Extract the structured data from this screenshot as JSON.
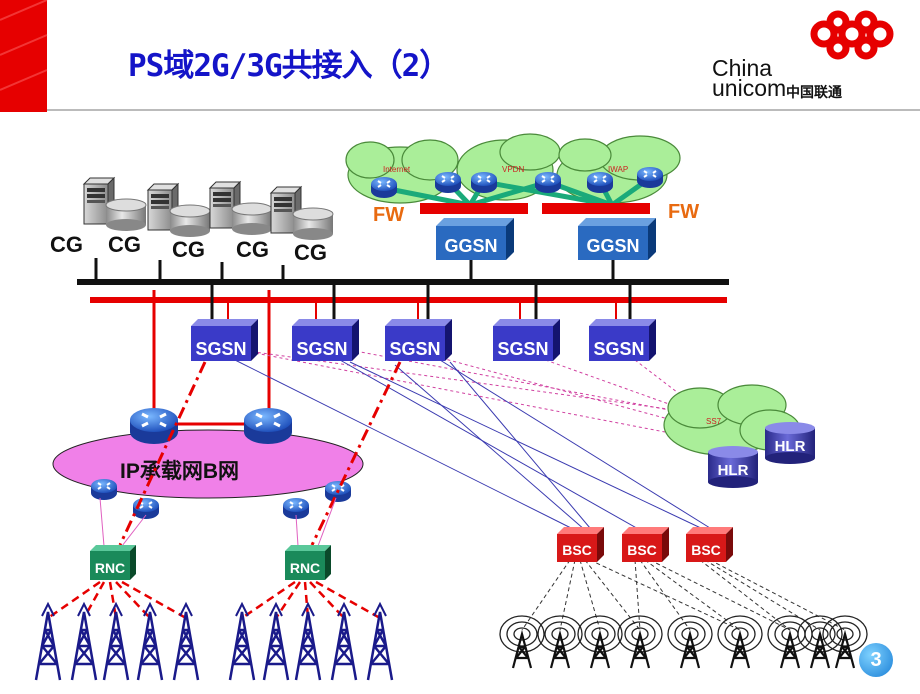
{
  "slide": {
    "title": "PS域2G/3G共接入（2）",
    "page_number": "3"
  },
  "logo": {
    "brand_en_line1": "China",
    "brand_en_line2": "unicom",
    "brand_cn": "中国联通"
  },
  "clouds": {
    "internet": "Internet",
    "vpdn": "VPDN",
    "iwap": "IWAP",
    "ss7": "SS7",
    "ip_bearer": "IP承载网B网"
  },
  "labels": {
    "fw": "FW",
    "cg": "CG",
    "ggsn": "GGSN",
    "sgsn": "SGSN",
    "hlr": "HLR",
    "rnc": "RNC",
    "bsc": "BSC"
  },
  "colors": {
    "title": "#1414c8",
    "accent_red": "#e60000",
    "fw_orange": "#e86a10",
    "cloud_green": "#aaee99",
    "ip_cloud": "#f080e8",
    "node_blue": "#3a3ac8",
    "rnc_green": "#1a8a5a",
    "bsc_red": "#d81818"
  }
}
